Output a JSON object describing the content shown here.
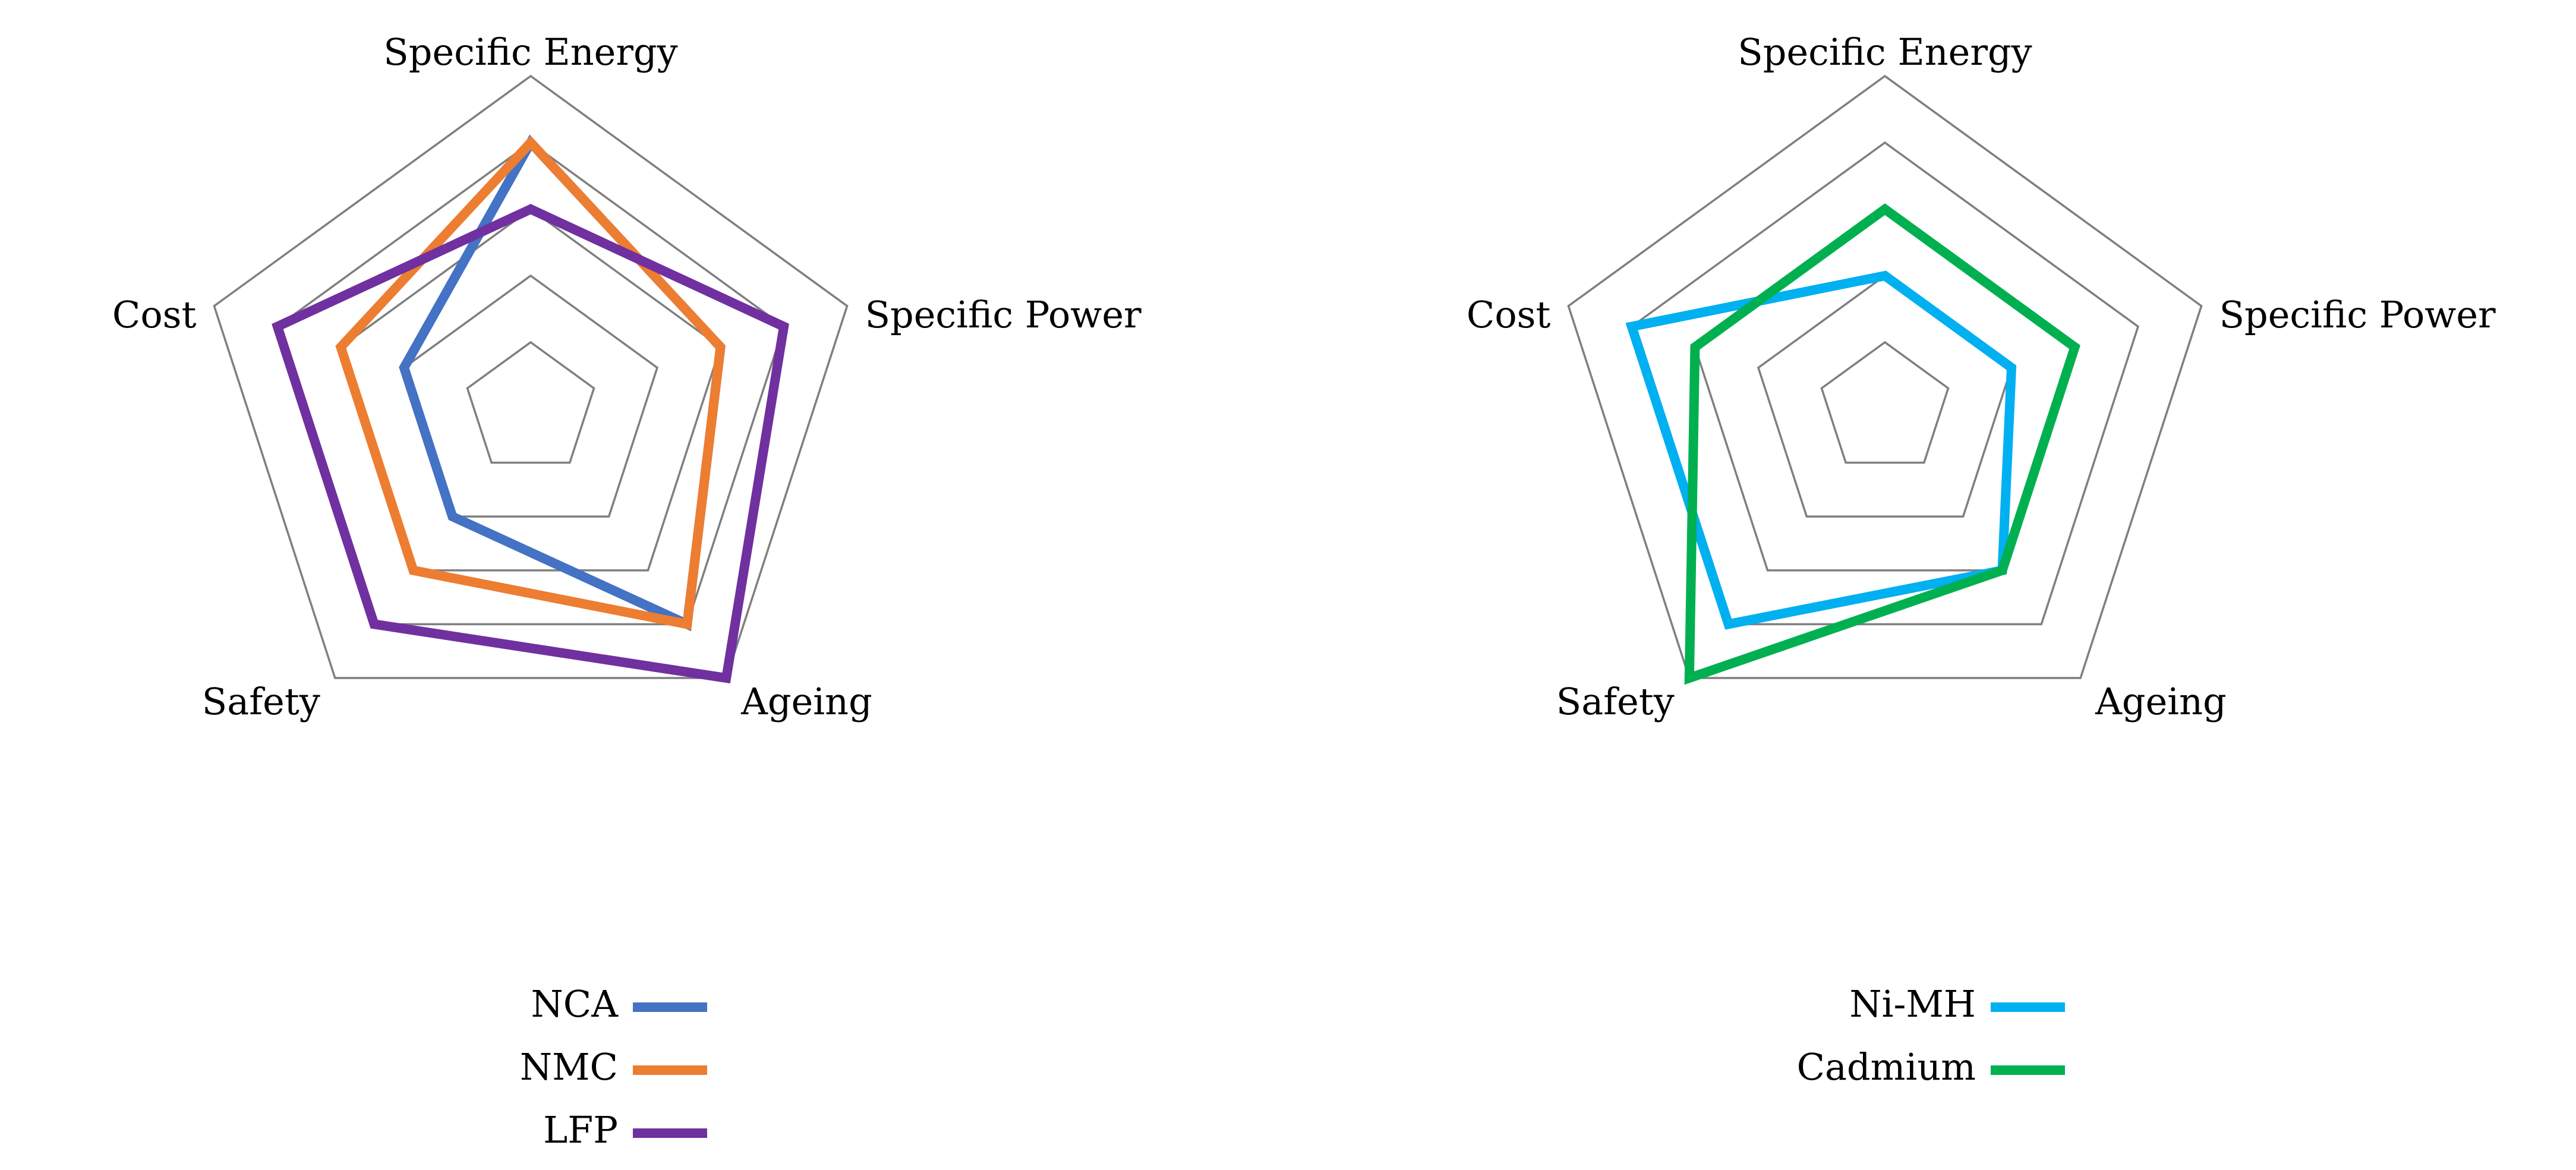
{
  "chart_data": [
    {
      "type": "radar",
      "axes": [
        "Specific Energy",
        "Specific Power",
        "Ageing",
        "Safety",
        "Cost"
      ],
      "range": [
        0,
        5
      ],
      "rings": 5,
      "grid_color": "#7f7f7f",
      "legend_position": "bottom",
      "series": [
        {
          "name": "NCA",
          "color": "#4472c4",
          "values": [
            4,
            3,
            4,
            2,
            2
          ]
        },
        {
          "name": "NMC",
          "color": "#ed7d31",
          "values": [
            4,
            3,
            4,
            3,
            3
          ]
        },
        {
          "name": "LFP",
          "color": "#7030a0",
          "values": [
            3,
            4,
            5,
            4,
            4
          ]
        }
      ]
    },
    {
      "type": "radar",
      "axes": [
        "Specific Energy",
        "Specific Power",
        "Ageing",
        "Safety",
        "Cost"
      ],
      "range": [
        0,
        5
      ],
      "rings": 5,
      "grid_color": "#7f7f7f",
      "legend_position": "bottom",
      "series": [
        {
          "name": "Ni-MH",
          "color": "#00b0f0",
          "values": [
            2,
            2,
            3,
            4,
            4
          ]
        },
        {
          "name": "Cadmium",
          "color": "#00b050",
          "values": [
            3,
            3,
            3,
            5,
            3
          ]
        }
      ]
    }
  ]
}
